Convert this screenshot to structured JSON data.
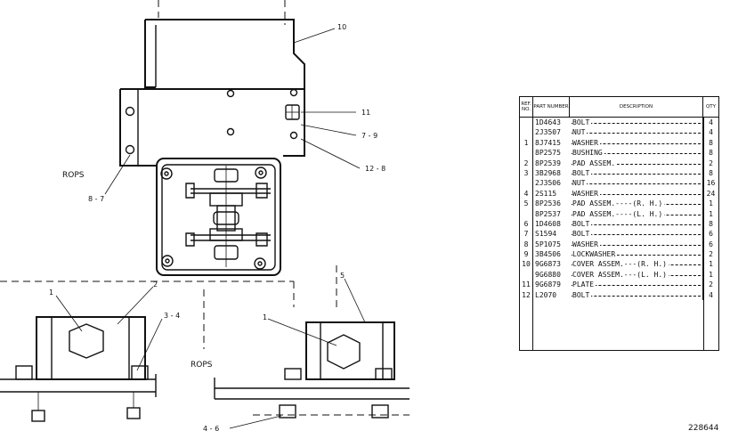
{
  "callouts": {
    "c10": "10",
    "c11": "11",
    "c7_9": "7 - 9",
    "c12_8": "12 - 8",
    "c8_7": "8 - 7",
    "rops_left": "ROPS",
    "rops_bottom": "ROPS",
    "c1_left": "1",
    "c2": "2",
    "c3_4": "3 - 4",
    "c5": "5",
    "c1_right": "1",
    "c4_6": "4 - 6"
  },
  "table": {
    "headers": {
      "ref": "REF. NO.",
      "part": "PART NUMBER",
      "description": "DESCRIPTION",
      "qty": "QTY"
    },
    "rows": [
      {
        "ref": "",
        "part": "1D4643",
        "desc": "BOLT",
        "qty": "4"
      },
      {
        "ref": "",
        "part": "2J3507",
        "desc": "NUT",
        "qty": "4"
      },
      {
        "ref": "1",
        "part": "8J7415",
        "desc": "WASHER",
        "qty": "8"
      },
      {
        "ref": "",
        "part": "8P2575",
        "desc": "BUSHING",
        "qty": "8"
      },
      {
        "ref": "2",
        "part": "8P2539",
        "desc": "PAD ASSEM.",
        "qty": "2"
      },
      {
        "ref": "3",
        "part": "3B2968",
        "desc": "BOLT",
        "qty": "8"
      },
      {
        "ref": "",
        "part": "2J3506",
        "desc": "NUT",
        "qty": "16"
      },
      {
        "ref": "4",
        "part": "2S115",
        "desc": "WASHER",
        "qty": "24"
      },
      {
        "ref": "5",
        "part": "8P2536",
        "desc": "PAD ASSEM.----(R. H.)",
        "qty": "1"
      },
      {
        "ref": "",
        "part": "8P2537",
        "desc": "PAD ASSEM.----(L. H.)",
        "qty": "1"
      },
      {
        "ref": "6",
        "part": "1D4608",
        "desc": "BOLT",
        "qty": "8"
      },
      {
        "ref": "7",
        "part": "S1594",
        "desc": "BOLT",
        "qty": "6"
      },
      {
        "ref": "8",
        "part": "5P1075",
        "desc": "WASHER",
        "qty": "6"
      },
      {
        "ref": "9",
        "part": "3B4506",
        "desc": "LOCKWASHER",
        "qty": "2"
      },
      {
        "ref": "10",
        "part": "9G6873",
        "desc": "COVER ASSEM.---(R. H.)",
        "qty": "1"
      },
      {
        "ref": "",
        "part": "9G6880",
        "desc": "COVER ASSEM.---(L. H.)",
        "qty": "1"
      },
      {
        "ref": "11",
        "part": "9G6879",
        "desc": "PLATE",
        "qty": "2"
      },
      {
        "ref": "12",
        "part": "L2070",
        "desc": "BOLT",
        "qty": "4"
      }
    ]
  },
  "drawing_number": "228644"
}
